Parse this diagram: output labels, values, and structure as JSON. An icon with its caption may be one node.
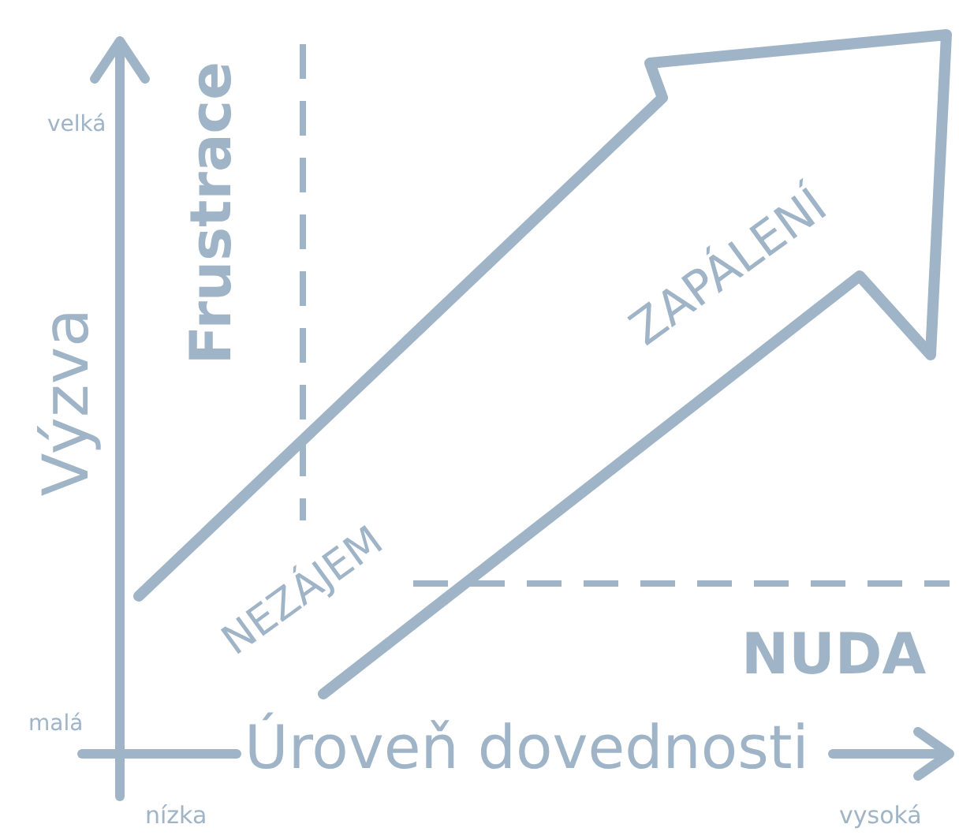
{
  "diagram": {
    "labels": [
      "velká",
      "Výzva",
      "Frustrace",
      "ZAPÁLENÍ",
      "NEZÁJEM",
      "malá",
      "NUDA",
      "Úroveň dovednosti",
      "nízka",
      "vysoká"
    ]
  }
}
